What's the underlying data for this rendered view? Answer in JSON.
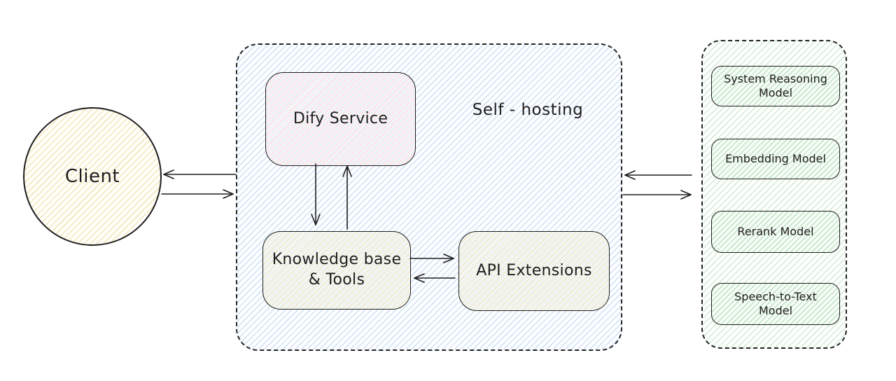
{
  "diagram": {
    "client": {
      "label": "Client"
    },
    "self_hosting": {
      "title": "Self - hosting",
      "nodes": {
        "dify_service": {
          "label": "Dify Service"
        },
        "knowledge_base": {
          "label": "Knowledge base & Tools"
        },
        "api_extensions": {
          "label": "API Extensions"
        }
      }
    },
    "models": {
      "items": [
        {
          "label": "System Reasoning Model"
        },
        {
          "label": "Embedding Model"
        },
        {
          "label": "Rerank Model"
        },
        {
          "label": "Speech-to-Text Model"
        }
      ]
    },
    "arrows": [
      {
        "name": "selfhosting-to-client",
        "direction": "left"
      },
      {
        "name": "client-to-selfhosting",
        "direction": "right"
      },
      {
        "name": "models-to-selfhosting",
        "direction": "left"
      },
      {
        "name": "selfhosting-to-models",
        "direction": "right"
      },
      {
        "name": "dify-to-knowledge",
        "direction": "down"
      },
      {
        "name": "knowledge-to-dify",
        "direction": "up"
      },
      {
        "name": "knowledge-to-api",
        "direction": "right"
      },
      {
        "name": "api-to-knowledge",
        "direction": "left"
      }
    ],
    "colors": {
      "stroke": "#1e1e1e",
      "self_hosting_hatch": "#d2e2f4",
      "models_hatch": "#d4ecd6",
      "client_hatch": "#f3e9c0",
      "dify_hatch": "#f3ccd2",
      "service_box_hatch": "#e6e2c8"
    }
  }
}
